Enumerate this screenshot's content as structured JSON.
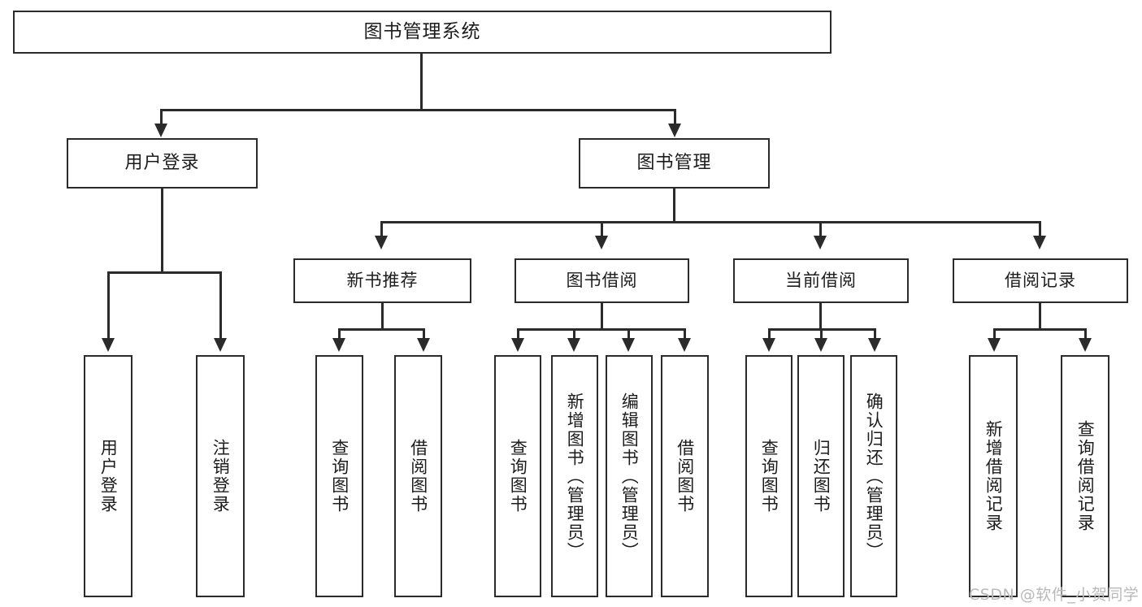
{
  "diagram": {
    "title": "图书管理系统",
    "type": "tree-hierarchy-diagram",
    "root": {
      "label": "图书管理系统"
    },
    "level2": [
      {
        "label": "用户登录"
      },
      {
        "label": "图书管理"
      }
    ],
    "level3": [
      {
        "label": "新书推荐"
      },
      {
        "label": "图书借阅"
      },
      {
        "label": "当前借阅"
      },
      {
        "label": "借阅记录"
      }
    ],
    "leaves": {
      "user_login": [
        {
          "label": "用户登录"
        },
        {
          "label": "注销登录"
        }
      ],
      "new_book_recommend": [
        {
          "label": "查询图书"
        },
        {
          "label": "借阅图书"
        }
      ],
      "book_borrow": [
        {
          "label": "查询图书"
        },
        {
          "label": "新增图书（管理员）"
        },
        {
          "label": "编辑图书（管理员）"
        },
        {
          "label": "借阅图书"
        }
      ],
      "current_borrow": [
        {
          "label": "查询图书"
        },
        {
          "label": "归还图书"
        },
        {
          "label": "确认归还（管理员）"
        }
      ],
      "borrow_record": [
        {
          "label": "新增借阅记录"
        },
        {
          "label": "查询借阅记录"
        }
      ]
    }
  },
  "watermark": {
    "text": "CSDN @软件_小贺同学"
  },
  "colors": {
    "stroke": "#2b2b2b",
    "background": "#ffffff",
    "text": "#1c1c1c",
    "watermark": "#b9b9b9"
  }
}
